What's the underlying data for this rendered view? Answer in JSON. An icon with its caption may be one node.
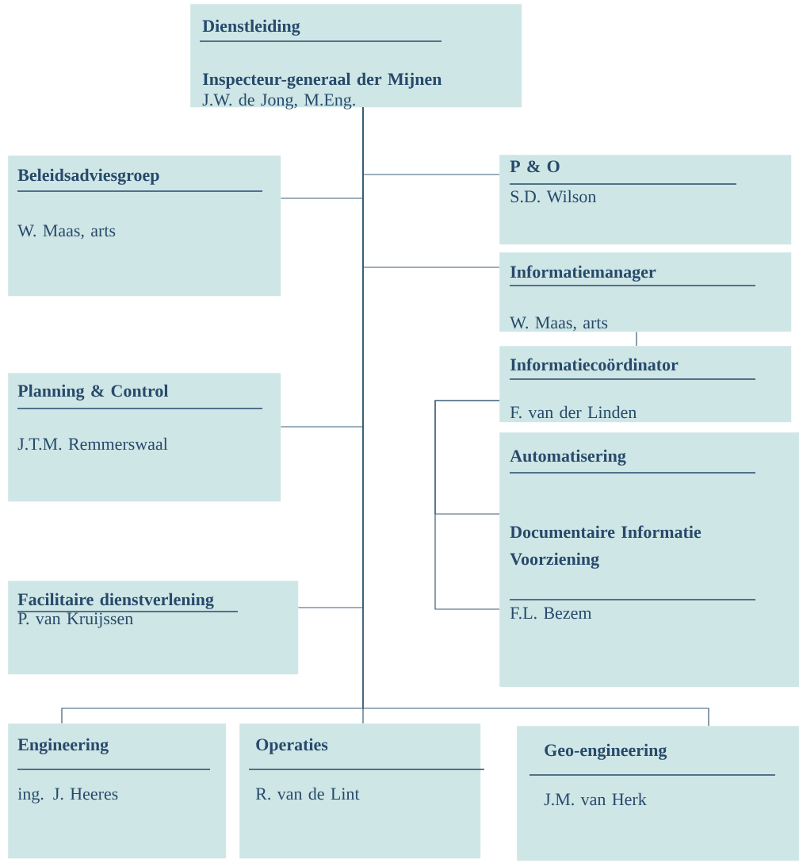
{
  "diagram": {
    "nodes": [
      {
        "text": [
          "Dienstleiding",
          "Inspecteur-generaal der Mijnen",
          "J.W. de Jong, M.Eng."
        ]
      },
      {
        "text": [
          "Beleidsadviesgroep",
          "W. Maas, arts"
        ]
      },
      {
        "text": [
          "P & O",
          "S.D. Wilson"
        ]
      },
      {
        "text": [
          "Informatiemanager",
          "W. Maas, arts"
        ]
      },
      {
        "text": [
          "Informatiecoördinator",
          "F. van der Linden"
        ]
      },
      {
        "text": [
          "Planning & Control",
          "J.T.M. Remmerswaal"
        ]
      },
      {
        "text": [
          "Automatisering",
          "Documentaire Informatie Voorziening",
          "F.L. Bezem"
        ]
      },
      {
        "text": [
          "Facilitaire dienstverlening",
          "P. van Kruijssen"
        ]
      },
      {
        "text": [
          "Engineering",
          "ing. J. Heeres"
        ]
      },
      {
        "text": [
          "Operaties",
          "R. van de Lint"
        ]
      },
      {
        "text": [
          "Geo-engineering",
          "J.M. van Herk"
        ]
      }
    ],
    "edges": [
      {
        "from": 0,
        "to": 1,
        "arrow": "none"
      },
      {
        "from": 0,
        "to": 2,
        "arrow": "none"
      },
      {
        "from": 0,
        "to": 3,
        "arrow": "none"
      },
      {
        "from": 0,
        "to": 5,
        "arrow": "none"
      },
      {
        "from": 0,
        "to": 7,
        "arrow": "none"
      },
      {
        "from": 0,
        "to": 8,
        "arrow": "none"
      },
      {
        "from": 0,
        "to": 9,
        "arrow": "none"
      },
      {
        "from": 0,
        "to": 10,
        "arrow": "none"
      },
      {
        "from": 3,
        "to": 4,
        "arrow": "none"
      },
      {
        "from": 4,
        "to": 6,
        "arrow": "none"
      },
      {
        "from": 4,
        "to": 6,
        "arrow": "none"
      }
    ]
  }
}
